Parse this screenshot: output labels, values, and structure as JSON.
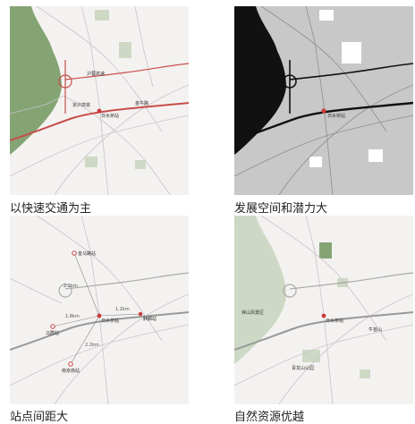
{
  "panels": [
    {
      "caption": "以快速交通为主",
      "labels": {
        "expressway": "沪蓉高速",
        "jinglu": "京沪高铁",
        "station": "日水桥站",
        "park_road": "金牛路"
      }
    },
    {
      "caption": "发展空间和潜力大",
      "labels": {
        "station": "日水桥站"
      }
    },
    {
      "caption": "站点间距大",
      "labels": {
        "north": "金马路站",
        "station": "日水桥站",
        "east": "麒麟站",
        "west": "马群站",
        "south": "南京南站"
      },
      "distances": {
        "n": "2.2km",
        "w": "1.8km",
        "e": "1.2km",
        "s": "2.2km"
      }
    },
    {
      "caption": "自然资源优越",
      "labels": {
        "scenic": "钟山风景区",
        "station": "日水桥站",
        "east": "牛首山",
        "south": "青龙山公园"
      }
    }
  ],
  "colors": {
    "map_bg": "#f4f2f0",
    "mountain": "#84a474",
    "green": "#cdd9c4",
    "road": "#c9c3c9",
    "highway_red": "#c74e4a",
    "dark_bg": "#c8c8c8",
    "dark_road": "#111111",
    "station_red": "#c93a3a"
  }
}
